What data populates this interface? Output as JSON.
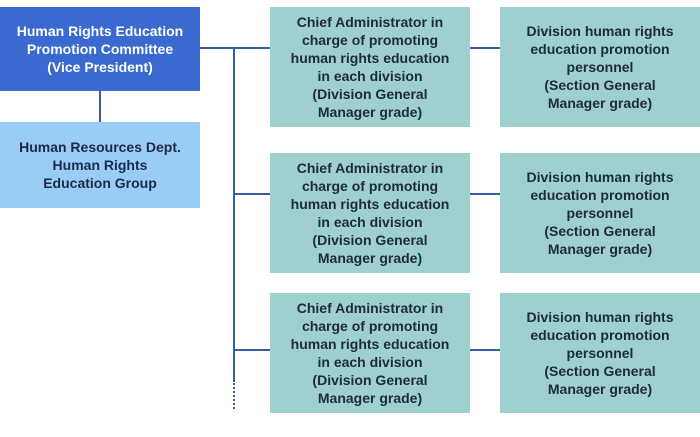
{
  "committee": {
    "lines": [
      "Human Rights Education",
      "Promotion Committee",
      "(Vice President)"
    ]
  },
  "hr_dept": {
    "lines": [
      "Human Resources Dept.",
      "Human Rights",
      "Education Group"
    ]
  },
  "rows": [
    {
      "chief": [
        "Chief Administrator in",
        "charge of promoting",
        "human rights education",
        "in each division",
        "(Division General",
        "Manager grade)"
      ],
      "personnel": [
        "Division human rights",
        "education promotion",
        "personnel",
        "(Section General",
        "Manager grade)"
      ]
    },
    {
      "chief": [
        "Chief Administrator in",
        "charge of promoting",
        "human rights education",
        "in each division",
        "(Division General",
        "Manager grade)"
      ],
      "personnel": [
        "Division human rights",
        "education promotion",
        "personnel",
        "(Section General",
        "Manager grade)"
      ]
    },
    {
      "chief": [
        "Chief Administrator in",
        "charge of promoting",
        "human rights education",
        "in each division",
        "(Division General",
        "Manager grade)"
      ],
      "personnel": [
        "Division human rights",
        "education promotion",
        "personnel",
        "(Section General",
        "Manager grade)"
      ]
    }
  ],
  "colors": {
    "committee_bg": "#3a6ad0",
    "hr_dept_bg": "#9acdf6",
    "division_bg": "#9fd0d0",
    "connector": "#3a5da8"
  }
}
